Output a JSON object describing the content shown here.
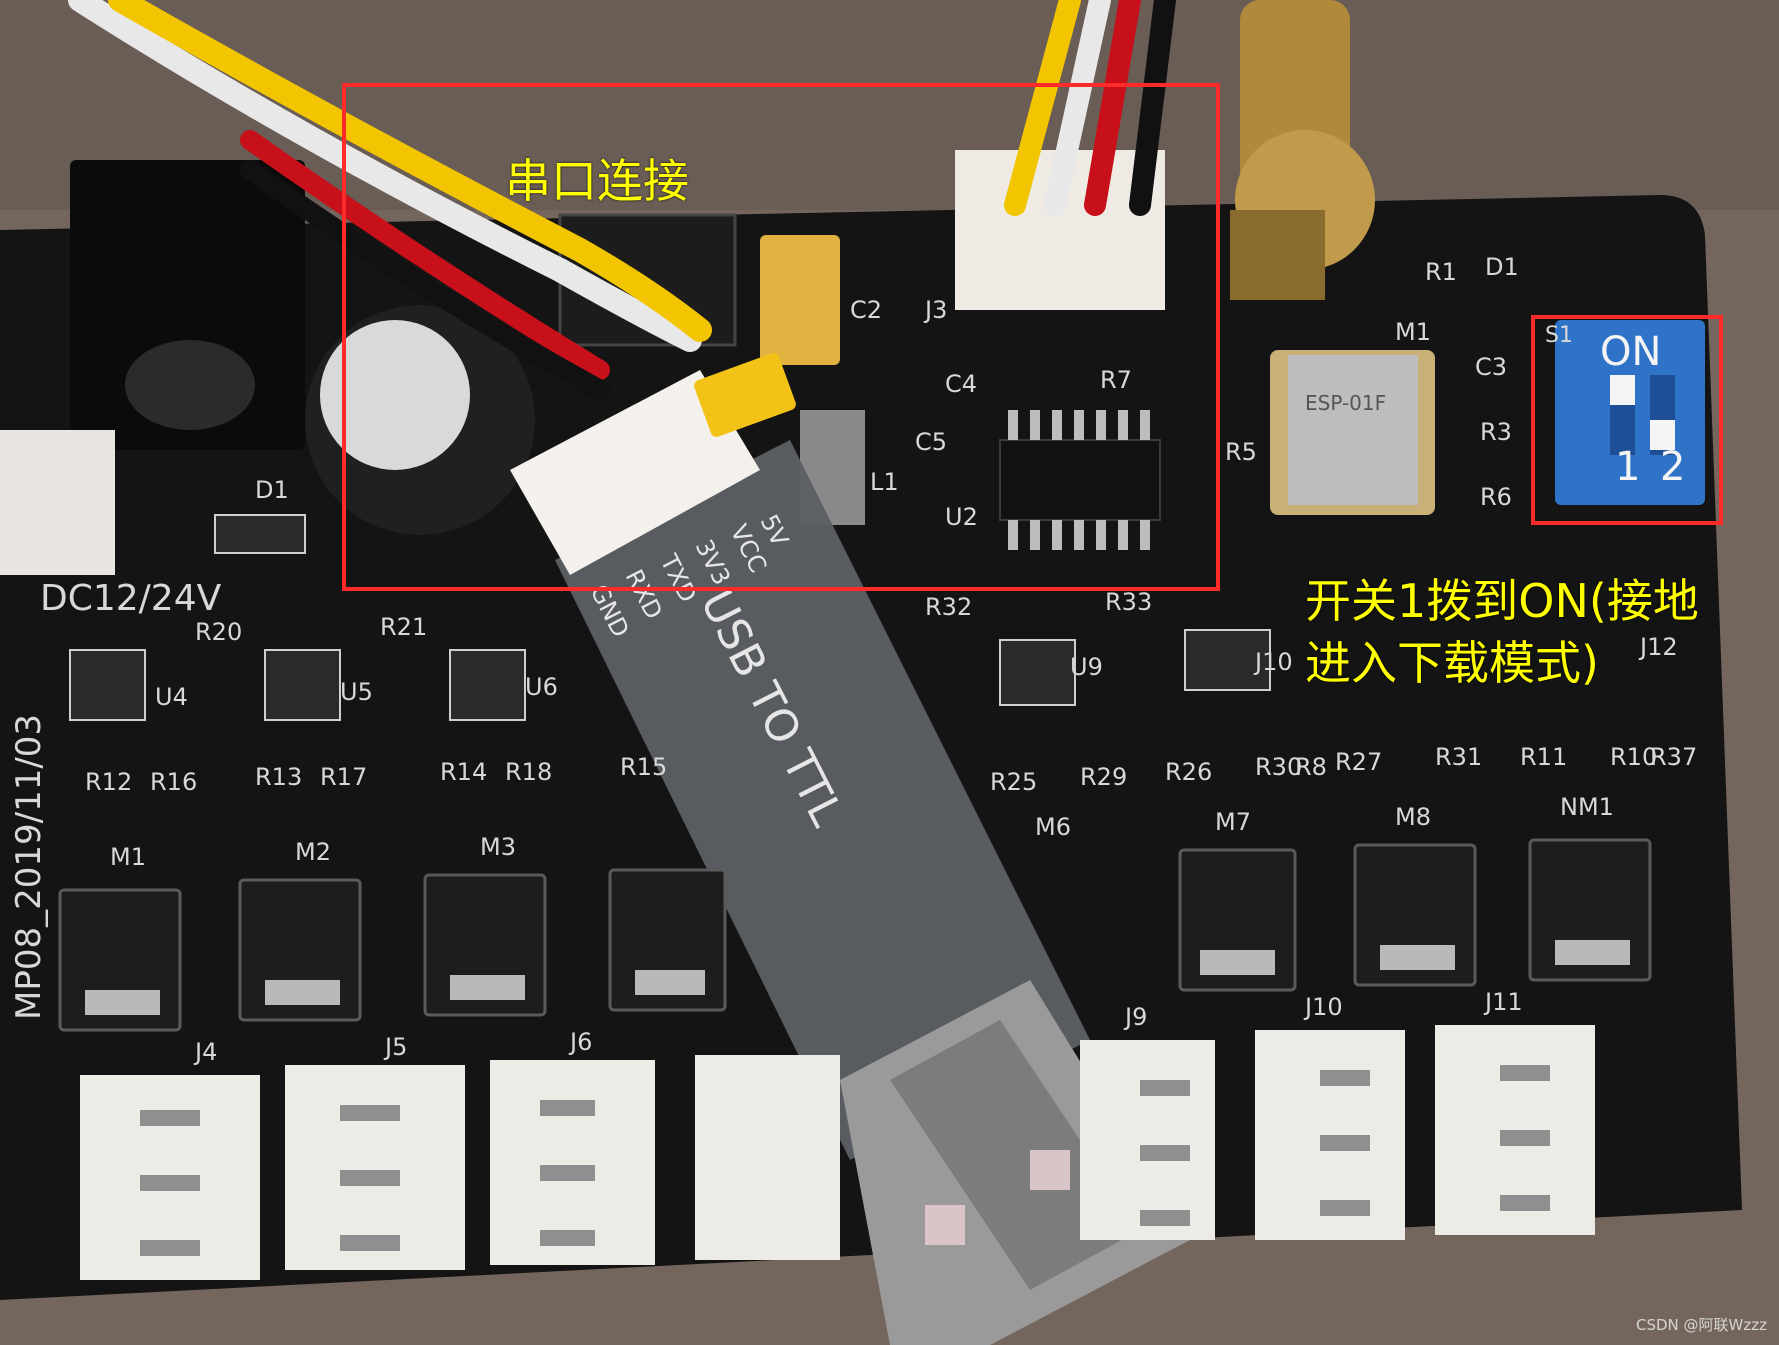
{
  "photo": {
    "board_date_marking": "MP08_2019/11/03",
    "voltage_marking": "DC12/24V",
    "adapter_labels": [
      "5V",
      "VCC",
      "3V3",
      "TXD",
      "RXD",
      "GND"
    ],
    "adapter_title": "USB TO TTL",
    "module_label": "ESP-01F",
    "switch_labels": {
      "on": "ON",
      "one": "1",
      "two": "2",
      "s1": "S1"
    },
    "component_labels": [
      "J3",
      "C2",
      "C4",
      "R7",
      "C5",
      "L1",
      "U2",
      "M1",
      "R1",
      "D1",
      "C3",
      "R3",
      "R6",
      "R5",
      "R32",
      "R33",
      "U9",
      "J10",
      "J12",
      "D1",
      "R20",
      "R21",
      "U4",
      "U5",
      "U6",
      "R12",
      "R16",
      "R13",
      "R17",
      "R14",
      "R18",
      "R15",
      "M1",
      "M2",
      "M3",
      "M6",
      "M7",
      "M8",
      "NM1",
      "R25",
      "R29",
      "R26",
      "R30",
      "R8",
      "R27",
      "R31",
      "R11",
      "R10",
      "R37",
      "J4",
      "J5",
      "J6",
      "J9",
      "J10",
      "J11"
    ],
    "colors": {
      "pcb": "#141414",
      "table": "#6f625a",
      "wire_yellow": "#f2c500",
      "wire_white": "#e8e8e8",
      "wire_red": "#c8101a",
      "wire_black": "#111111",
      "switch_blue": "#2f73c9",
      "annotation_red": "#ff2b2b",
      "annotation_yellow": "#ffff00"
    }
  },
  "annotations": {
    "serial_label": "串口连接",
    "switch_note_line1": "开关1拨到ON(接地",
    "switch_note_line2": "进入下载模式)"
  },
  "watermark": "CSDN @阿联Wzzz"
}
